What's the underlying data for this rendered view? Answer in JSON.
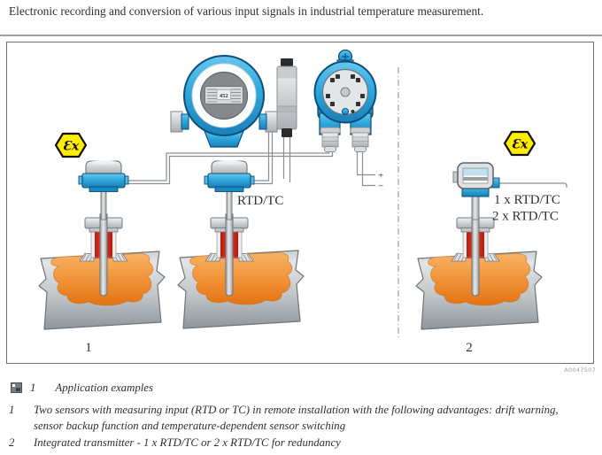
{
  "title": "Electronic recording and conversion of various input signals in industrial temperature measurement.",
  "figure": {
    "code": "A0047507",
    "display_value": "452",
    "ex_symbol": "Ɛx",
    "labels": {
      "remote_sensor": "RTD/TC",
      "integrated_1": "1 x RTD/TC",
      "integrated_2": "2 x RTD/TC",
      "terminal_plus": "+",
      "terminal_minus": "−",
      "example_1": "1",
      "example_2": "2"
    },
    "colors": {
      "device_blue": "#2ea8df",
      "ex_yellow": "#ffed00",
      "hot_red": "#e2231a",
      "fluid_orange": "#ef8f33",
      "pipe_gray": "#b6bcc0"
    }
  },
  "caption": {
    "figure_number": "1",
    "text": "Application examples"
  },
  "legend": [
    {
      "number": "1",
      "text": "Two sensors with measuring input (RTD or TC) in remote installation with the following advantages: drift warning, sensor backup function and temperature-dependent sensor switching"
    },
    {
      "number": "2",
      "text": "Integrated transmitter - 1 x RTD/TC or 2 x RTD/TC for redundancy"
    }
  ]
}
